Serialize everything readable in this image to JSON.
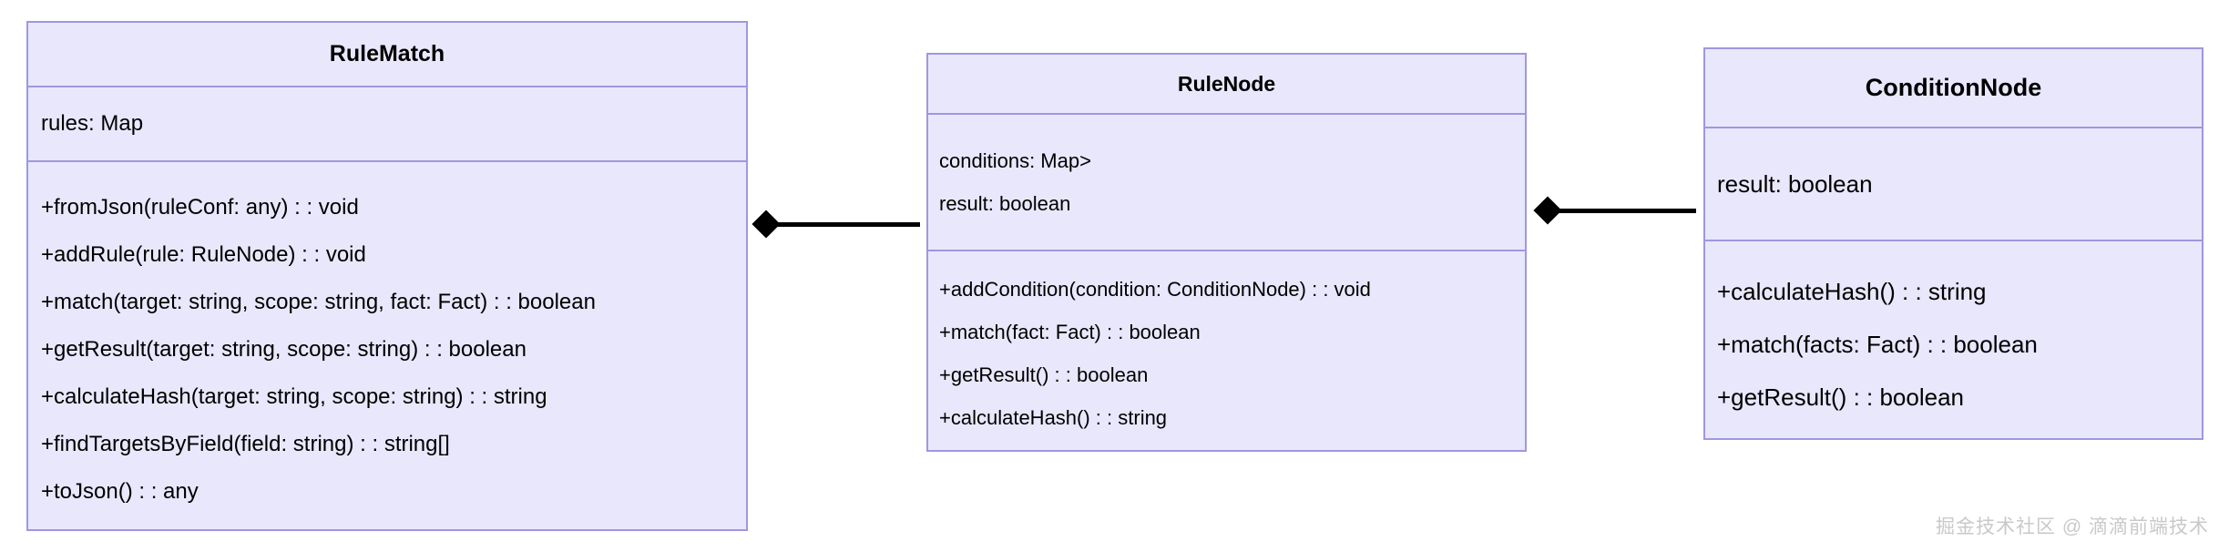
{
  "diagram": {
    "type": "uml-class-diagram",
    "colors": {
      "box_fill": "#e9e7fb",
      "box_border": "#9f97e1",
      "connector": "#000000",
      "text": "#000000",
      "watermark": "#c9c9c9",
      "background": "#ffffff"
    },
    "classes": [
      {
        "name": "RuleMatch",
        "attributes": [
          "rules: Map"
        ],
        "operations": [
          "+fromJson(ruleConf: any) : : void",
          "+addRule(rule: RuleNode) : : void",
          "+match(target: string, scope: string, fact: Fact) : : boolean",
          "+getResult(target: string, scope: string) : : boolean",
          "+calculateHash(target: string, scope: string) : : string",
          "+findTargetsByField(field: string) : : string[]",
          "+toJson() : : any"
        ]
      },
      {
        "name": "RuleNode",
        "attributes": [
          "conditions: Map>",
          "result: boolean"
        ],
        "operations": [
          "+addCondition(condition: ConditionNode) : : void",
          "+match(fact: Fact) : : boolean",
          "+getResult() : : boolean",
          "+calculateHash() : : string"
        ]
      },
      {
        "name": "ConditionNode",
        "attributes": [
          "result: boolean"
        ],
        "operations": [
          "+calculateHash() : : string",
          "+match(facts: Fact) : : boolean",
          "+getResult() : : boolean"
        ]
      }
    ],
    "associations": [
      {
        "kind": "composition",
        "from": "RuleMatch",
        "to": "RuleNode",
        "marker": "filled-diamond"
      },
      {
        "kind": "composition",
        "from": "RuleNode",
        "to": "ConditionNode",
        "marker": "filled-diamond"
      }
    ]
  },
  "watermark": {
    "text": "掘金技术社区 @ 滴滴前端技术"
  }
}
